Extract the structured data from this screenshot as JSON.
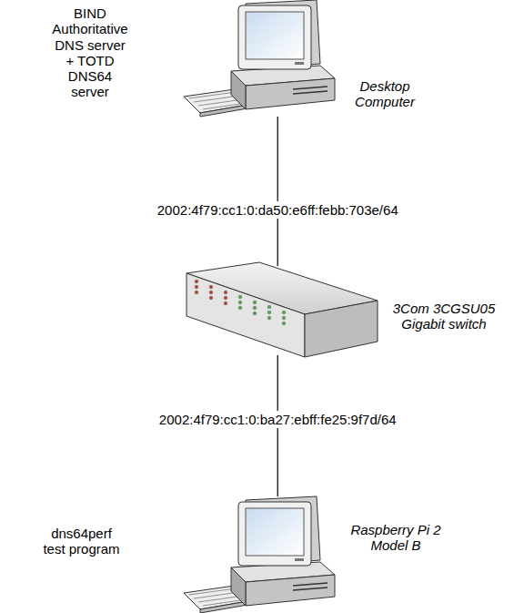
{
  "diagram": {
    "nodes": [
      {
        "text": [
          "BIND Authoritative DNS server + TOTD DNS64 server",
          "Desktop Computer"
        ]
      },
      {
        "text": [
          "3Com 3CGSU05 Gigabit switch"
        ]
      },
      {
        "text": [
          "dns64perf test program",
          "Raspberry Pi 2 Model B"
        ]
      }
    ],
    "edges": [
      {
        "from": 0,
        "to": 1,
        "arrow": "none",
        "label": "2002:4f79:cc1:0:da50:e6ff:febb:703e/64"
      },
      {
        "from": 1,
        "to": 2,
        "arrow": "none",
        "label": "2002:4f79:cc1:0:ba27:ebff:fe25:9f7d/64"
      }
    ]
  }
}
